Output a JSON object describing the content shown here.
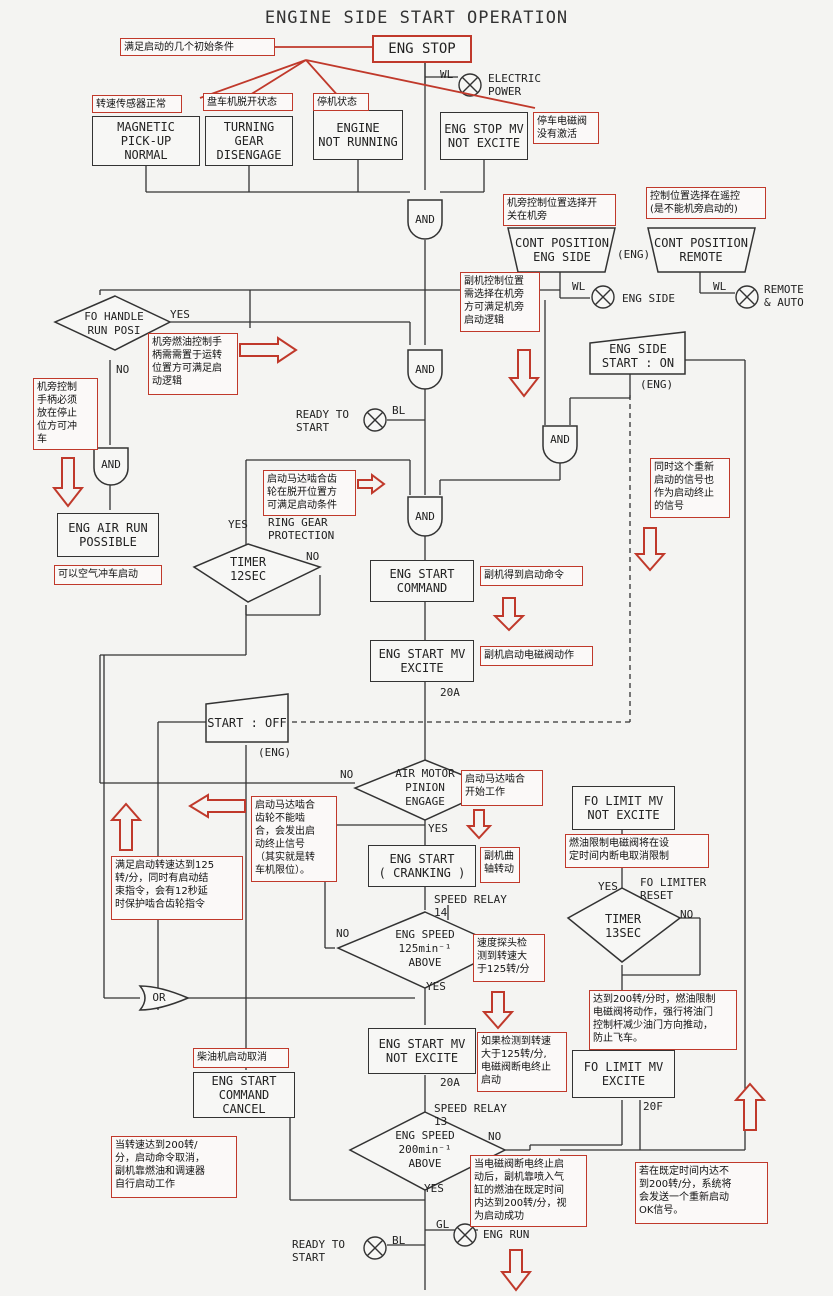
{
  "title": "ENGINE SIDE START OPERATION",
  "boxes": {
    "eng_stop": "ENG STOP",
    "magnetic": "MAGNETIC\nPICK-UP\nNORMAL",
    "turning": "TURNING GEAR\nDISENGAGE",
    "not_running": "ENGINE\nNOT RUNNING",
    "stop_mv": "ENG STOP MV\nNOT EXCITE",
    "cont_eng": "CONT POSITION\nENG SIDE",
    "cont_remote": "CONT POSITION\nREMOTE",
    "eng_side_start": "ENG SIDE\nSTART : ON",
    "eng_air_run": "ENG AIR RUN\nPOSSIBLE",
    "eng_start_cmd": "ENG START\nCOMMAND",
    "eng_start_mv_excite": "ENG START MV\nEXCITE",
    "start_off": "START : OFF",
    "cranking": "ENG START\n( CRANKING )",
    "start_mv_not_excite": "ENG START MV\nNOT EXCITE",
    "cmd_cancel": "ENG START\nCOMMAND CANCEL",
    "fo_limit_not_excite": "FO LIMIT MV\nNOT EXCITE",
    "fo_limit_excite": "FO LIMIT MV\nEXCITE"
  },
  "decisions": {
    "fo_handle": "FO HANDLE\nRUN POSI",
    "timer12": "TIMER\n12SEC",
    "air_motor": "AIR MOTOR\nPINION\nENGAGE",
    "speed125": "ENG SPEED\n125min⁻¹\nABOVE",
    "speed200": "ENG SPEED\n200min⁻¹\nABOVE",
    "timer13": "TIMER\n13SEC"
  },
  "gates": {
    "and": "AND",
    "or": "OR"
  },
  "labels": {
    "wl": "WL",
    "bl": "BL",
    "gl": "GL",
    "electric_power": "ELECTRIC\nPOWER",
    "eng_paren": "(ENG)",
    "eng_side": "ENG SIDE",
    "remote_auto": "REMOTE\n& AUTO",
    "ready_to_start": "READY TO\nSTART",
    "yes": "YES",
    "no": "NO",
    "ring_gear": "RING GEAR\nPROTECTION",
    "a20": "20A",
    "f20": "20F",
    "speed_relay14": "SPEED RELAY\n14",
    "speed_relay13": "SPEED RELAY\n13",
    "fo_limiter_reset": "FO LIMITER\nRESET",
    "eng_run": "ENG RUN"
  },
  "notes": {
    "n_init": "满足启动的几个初始条件",
    "n_speed_sensor": "转速传感器正常",
    "n_turning": "盘车机脱开状态",
    "n_stopped": "停机状态",
    "n_stop_valve": "停车电磁阀\n没有激活",
    "n_side_switch": "机旁控制位置选择开\n关在机旁",
    "n_remote": "控制位置选择在遥控\n(是不能机旁启动的)",
    "n_aux_pos": "副机控制位置\n需选择在机旁\n方可满足机旁\n启动逻辑",
    "n_fo_handle": "机旁燃油控制手\n柄需需置于运转\n位置方可满足启\n动逻辑",
    "n_stop_pos": "机旁控制\n手柄必须\n放在停止\n位方可冲\n车",
    "n_air_run": "可以空气冲车启动",
    "n_pinion": "启动马达啮合齿\n轮在脱开位置方\n可满足启动条件",
    "n_restart": "同时这个重新\n启动的信号也\n作为启动终止\n的信号",
    "n_cmd": "副机得到启动命令",
    "n_mv": "副机启动电磁阀动作",
    "n_engage": "启动马达啮合\n开始工作",
    "n_fail_engage": "启动马达啮合\n齿轮不能啮\n合，会发出启\n动终止信号\n（其实就是转\n车机限位）。",
    "n_crank": "副机曲\n轴转动",
    "n_125": "满足启动转速达到125\n转/分，同时有启动结\n束指令，会有12秒延\n时保护啮合齿轮指令",
    "n_speed_detect": "速度探头检\n测到转速大\n于125转/分",
    "n_fo_limit_set": "燃油限制电磁阀将在设\n定时间内断电取消限制",
    "n_mv_off": "如果检测到转速\n大于125转/分,\n电磁阀断电终止\n启动",
    "n_200_rack": "达到200转/分时，燃油限制\n电磁阀将动作，强行将油门\n控制杆减少油门方向推动，\n防止飞车。",
    "n_cancel": "柴油机启动取消",
    "n_200_cmd": "当转速达到200转/\n分，启动命令取消，\n副机靠燃油和调速器\n自行启动工作",
    "n_success": "当电磁阀断电终止启\n动后，副机靠喷入气\n缸的燃油在既定时间\n内达到200转/分，视\n为启动成功",
    "n_retry": "若在既定时间内达不\n到200转/分，系统将\n会发送一个重新启动\nOK信号。"
  },
  "colors": {
    "annotation": "#c0392b",
    "line": "#333333"
  }
}
